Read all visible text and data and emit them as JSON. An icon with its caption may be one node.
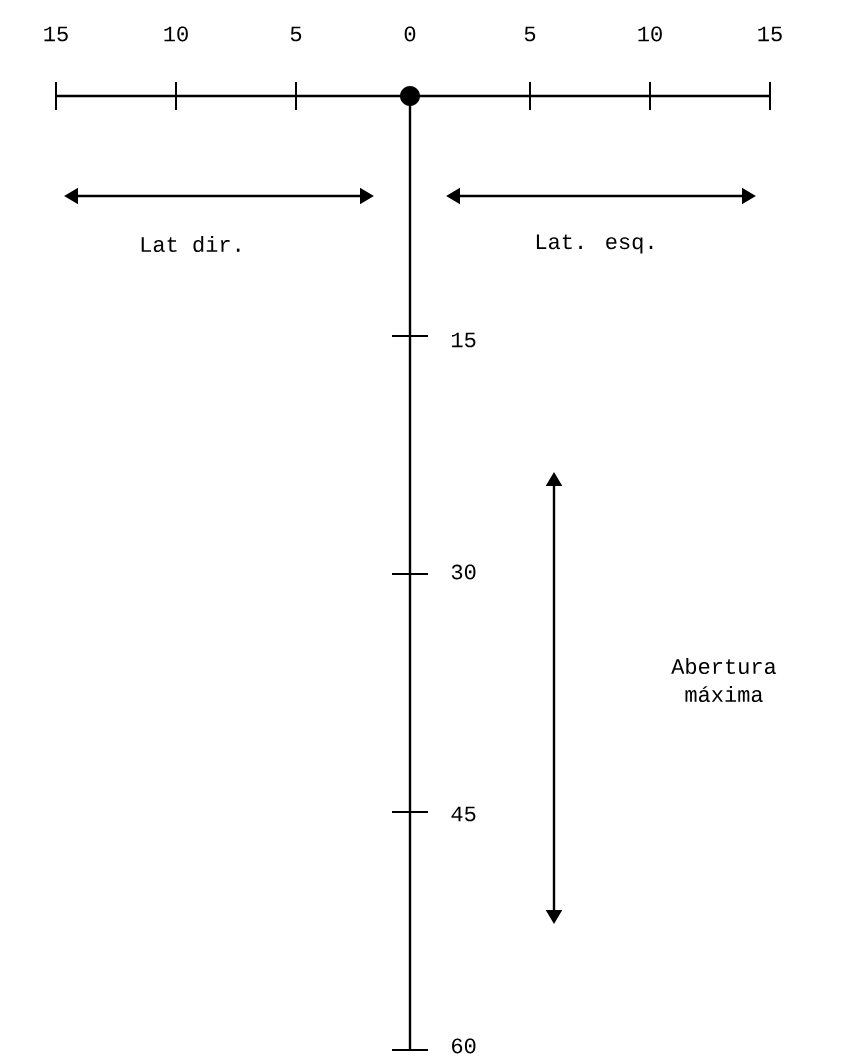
{
  "diagram": {
    "labels": [
      "15",
      "10",
      "5",
      "0",
      "5",
      "10",
      "15",
      "Lat dir.",
      "Lat. esq.",
      "15",
      "30",
      "Abertura máxima",
      "45",
      "60"
    ]
  }
}
